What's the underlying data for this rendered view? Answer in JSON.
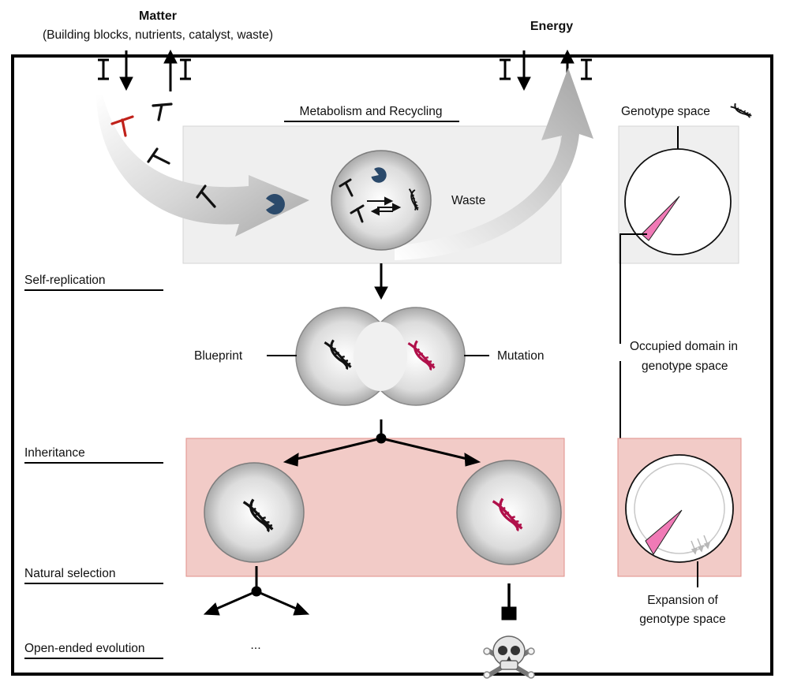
{
  "header": {
    "matter_title": "Matter",
    "matter_subtitle": "(Building blocks, nutrients, catalyst, waste)",
    "energy_title": "Energy"
  },
  "stages": {
    "self_replication": "Self-replication",
    "inheritance": "Inheritance",
    "natural_selection": "Natural selection",
    "open_ended_evolution": "Open-ended evolution"
  },
  "metabolism": {
    "title": "Metabolism and Recycling",
    "waste_label": "Waste"
  },
  "replication": {
    "blueprint_label": "Blueprint",
    "mutation_label": "Mutation"
  },
  "genotype": {
    "title": "Genotype space",
    "occupied_label_line1": "Occupied domain in",
    "occupied_label_line2": "genotype space",
    "expansion_label_line1": "Expansion of",
    "expansion_label_line2": "genotype space"
  },
  "continuation": "...",
  "colors": {
    "dna_normal": "#111111",
    "dna_mutant": "#b0104a",
    "catalyst": "#2b4a6b",
    "red_block": "#c0211a",
    "metabolism_panel": "#efefef",
    "inheritance_panel": "#f2cbc7",
    "genotype_wedge": "#f07ab6"
  },
  "icons": {
    "death": "skull-crossbones-icon",
    "dna": "dna-icon",
    "catalyst": "pacman-catalyst-icon"
  }
}
